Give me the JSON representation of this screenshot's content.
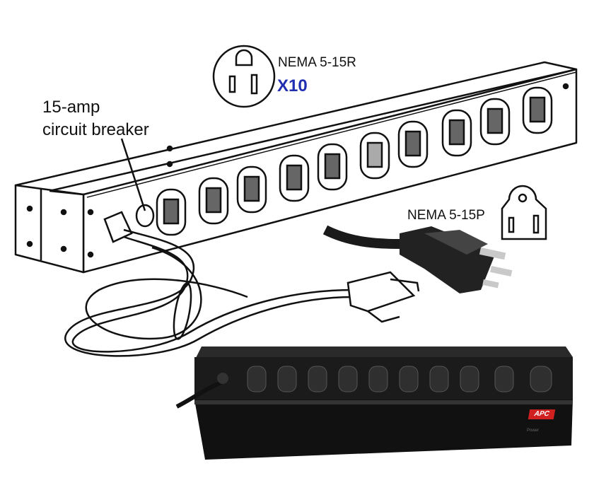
{
  "labels": {
    "breaker_line1": "15-amp",
    "breaker_line2": "circuit breaker",
    "receptacle_type": "NEMA 5-15R",
    "receptacle_count": "X10",
    "plug_type": "NEMA 5-15P",
    "brand": "APC"
  },
  "colors": {
    "count_text": "#1f2fb0",
    "line_art": "#111111",
    "photo_body": "#1c1c1c",
    "brand_badge": "#d02020"
  },
  "icons": {
    "receptacle_symbol": "nema-5-15r-icon",
    "plug_symbol": "nema-5-15p-icon"
  }
}
